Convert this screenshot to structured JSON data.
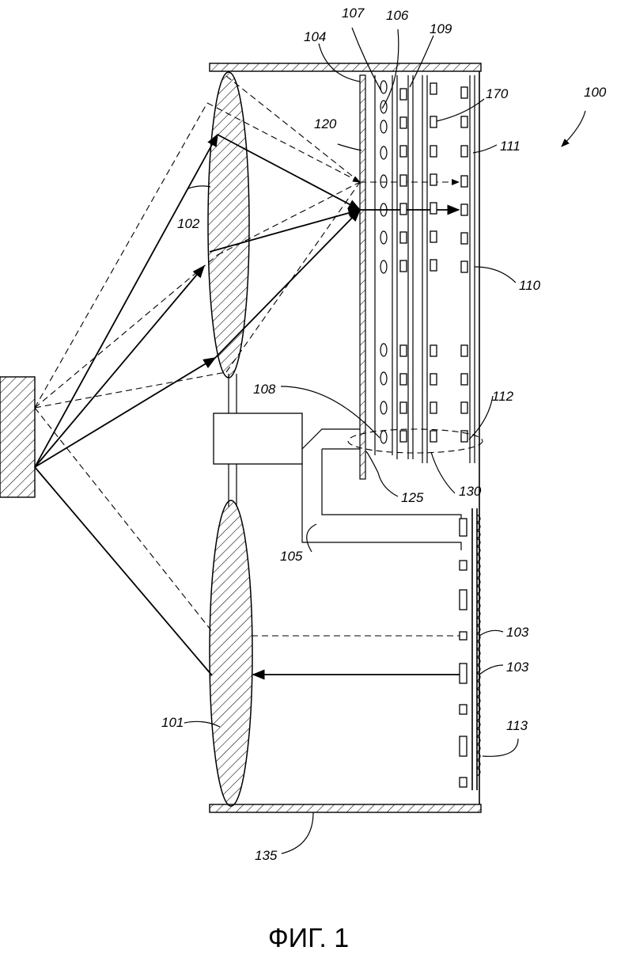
{
  "labels": {
    "l100": "100",
    "l101": "101",
    "l102": "102",
    "l103a": "103",
    "l103b": "103",
    "l104": "104",
    "l105": "105",
    "l106": "106",
    "l107": "107",
    "l108": "108",
    "l109": "109",
    "l110": "110",
    "l111": "111",
    "l112": "112",
    "l113": "113",
    "l120": "120",
    "l125": "125",
    "l130": "130",
    "l135": "135",
    "l170": "170"
  },
  "caption": "ФИГ. 1"
}
